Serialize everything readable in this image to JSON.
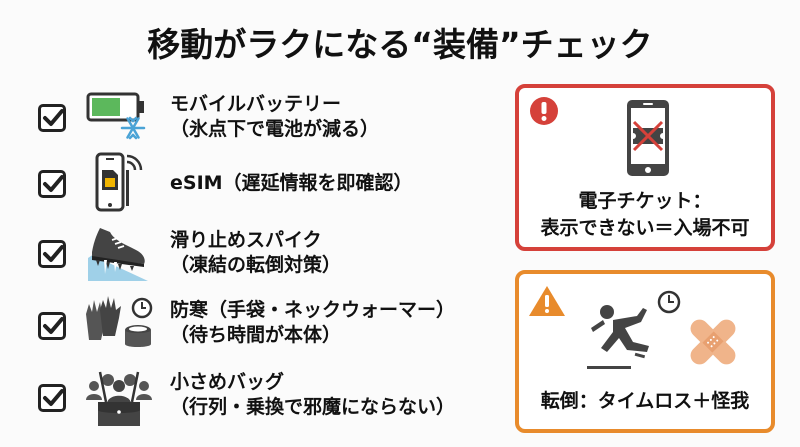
{
  "title": "移動がラクになる“装備”チェック",
  "checklist": [
    {
      "icon": "battery-snowflake-icon",
      "line1": "モバイルバッテリー",
      "line2": "（氷点下で電池が減る）",
      "checked": true
    },
    {
      "icon": "smartphone-sim-signal-icon",
      "line1": "eSIM（遅延情報を即確認）",
      "line2": "",
      "checked": true
    },
    {
      "icon": "spiked-shoe-ice-icon",
      "line1": "滑り止めスパイク",
      "line2": "（凍結の転倒対策）",
      "checked": true
    },
    {
      "icon": "gloves-neckwarmer-clock-icon",
      "line1": "防寒（手袋・ネックウォーマー）",
      "line2": "（待ち時間が本体）",
      "checked": true
    },
    {
      "icon": "bag-crowd-icon",
      "line1": "小さめバッグ",
      "line2": "（行列・乗換で邪魔にならない）",
      "checked": true
    }
  ],
  "warnings": [
    {
      "icon": "exclamation-circle-icon",
      "illustration": "phone-ticket-crossed-icon",
      "line1": "電子チケット：",
      "line2": "表示できない＝入場不可",
      "color": "#d5413a"
    },
    {
      "icon": "warning-triangle-icon",
      "illustration": "person-slipping-bandage-clock-icon",
      "line1": "転倒：タイムロス＋怪我",
      "color": "#e88b2c"
    }
  ],
  "colors": {
    "battery_green": "#5cb85c",
    "snow_blue": "#4aa3d6",
    "ice_blue": "#9fd0e8",
    "icon_gray": "#4a4a4a",
    "bandage": "#f0b48a"
  }
}
